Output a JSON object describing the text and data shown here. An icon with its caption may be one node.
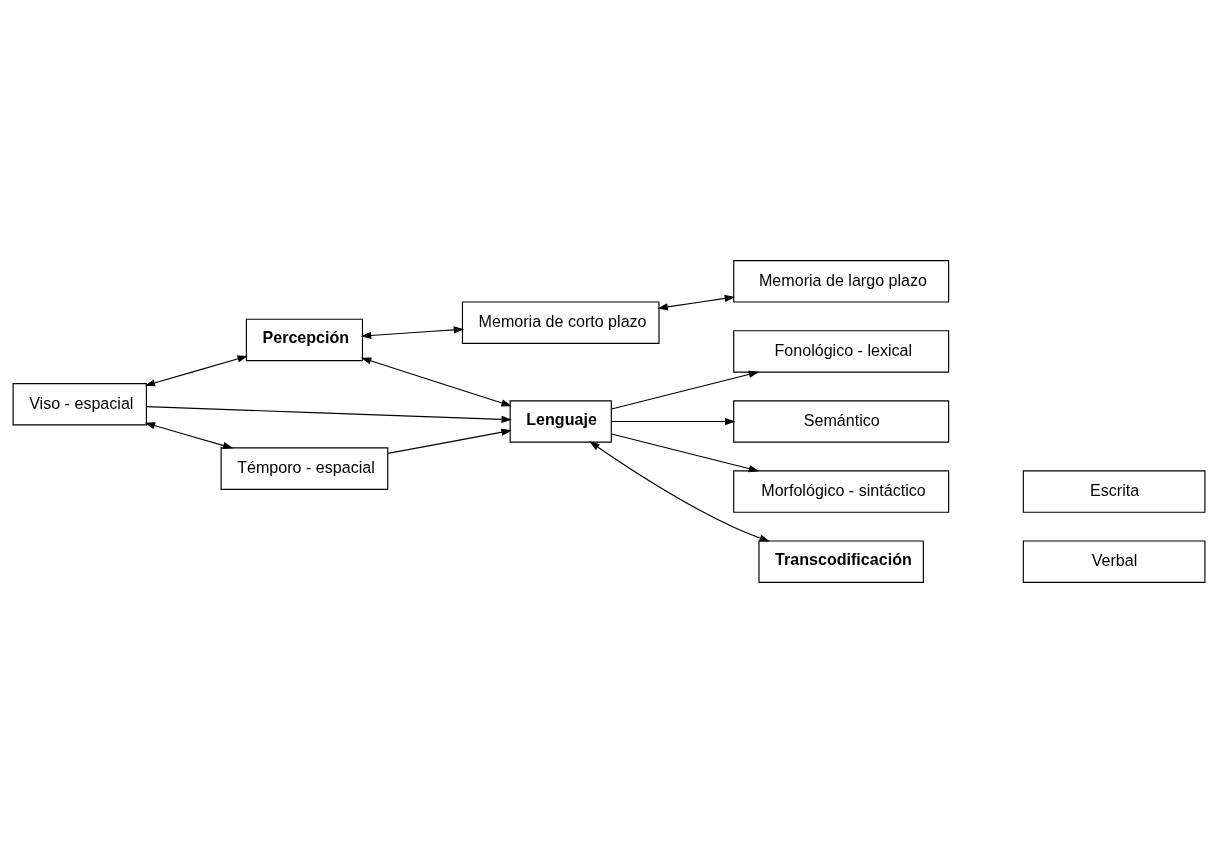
{
  "diagram": {
    "nodes": [
      {
        "text": [
          "Percepción"
        ]
      },
      {
        "text": [
          "Memoria de corto plazo"
        ]
      },
      {
        "text": [
          "Memoria de largo plazo"
        ]
      },
      {
        "text": [
          "Viso - espacial"
        ]
      },
      {
        "text": [
          "Lenguaje"
        ]
      },
      {
        "text": [
          "Fonológico - lexical"
        ]
      },
      {
        "text": [
          "Semántico"
        ]
      },
      {
        "text": [
          "Morfológico - sintáctico"
        ]
      },
      {
        "text": [
          "Témporo - espacial"
        ]
      },
      {
        "text": [
          "Transcodificación"
        ]
      },
      {
        "text": [
          "Verbal"
        ]
      },
      {
        "text": [
          "Escrita"
        ]
      }
    ],
    "edges": [
      {
        "from": 0,
        "to": 1,
        "arrow": "both"
      },
      {
        "from": 1,
        "to": 2,
        "arrow": "both"
      },
      {
        "from": 3,
        "to": 0,
        "arrow": "both"
      },
      {
        "from": 0,
        "to": 4,
        "arrow": "both"
      },
      {
        "from": 3,
        "to": 8,
        "arrow": "both"
      },
      {
        "from": 3,
        "to": 4,
        "arrow": "to"
      },
      {
        "from": 8,
        "to": 4,
        "arrow": "to"
      },
      {
        "from": 4,
        "to": 5,
        "arrow": "to"
      },
      {
        "from": 4,
        "to": 6,
        "arrow": "to"
      },
      {
        "from": 4,
        "to": 7,
        "arrow": "to"
      },
      {
        "from": 4,
        "to": 9,
        "arrow": "both"
      }
    ]
  }
}
